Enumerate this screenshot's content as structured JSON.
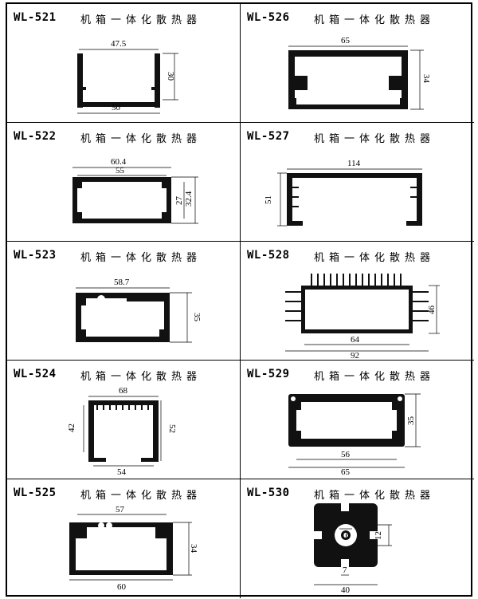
{
  "colors": {
    "ink": "#000000",
    "paper": "#ffffff"
  },
  "products": [
    {
      "code": "WL-521",
      "title": "机箱一体化散热器",
      "dims": [
        "47.5",
        "30",
        "50"
      ]
    },
    {
      "code": "WL-526",
      "title": "机箱一体化散热器",
      "dims": [
        "65",
        "34"
      ]
    },
    {
      "code": "WL-522",
      "title": "机箱一体化散热器",
      "dims": [
        "60.4",
        "55",
        "27",
        "32.4"
      ]
    },
    {
      "code": "WL-527",
      "title": "机箱一体化散热器",
      "dims": [
        "114",
        "51"
      ]
    },
    {
      "code": "WL-523",
      "title": "机箱一体化散热器",
      "dims": [
        "58.7",
        "35"
      ]
    },
    {
      "code": "WL-528",
      "title": "机箱一体化散热器",
      "dims": [
        "46",
        "64",
        "92"
      ]
    },
    {
      "code": "WL-524",
      "title": "机箱一体化散热器",
      "dims": [
        "68",
        "42",
        "52",
        "54"
      ]
    },
    {
      "code": "WL-529",
      "title": "机箱一体化散热器",
      "dims": [
        "35",
        "56",
        "65"
      ]
    },
    {
      "code": "WL-525",
      "title": "机箱一体化散热器",
      "dims": [
        "57",
        "34",
        "60"
      ]
    },
    {
      "code": "WL-530",
      "title": "机箱一体化散热器",
      "dims": [
        "16",
        "12",
        "7",
        "40"
      ]
    }
  ]
}
